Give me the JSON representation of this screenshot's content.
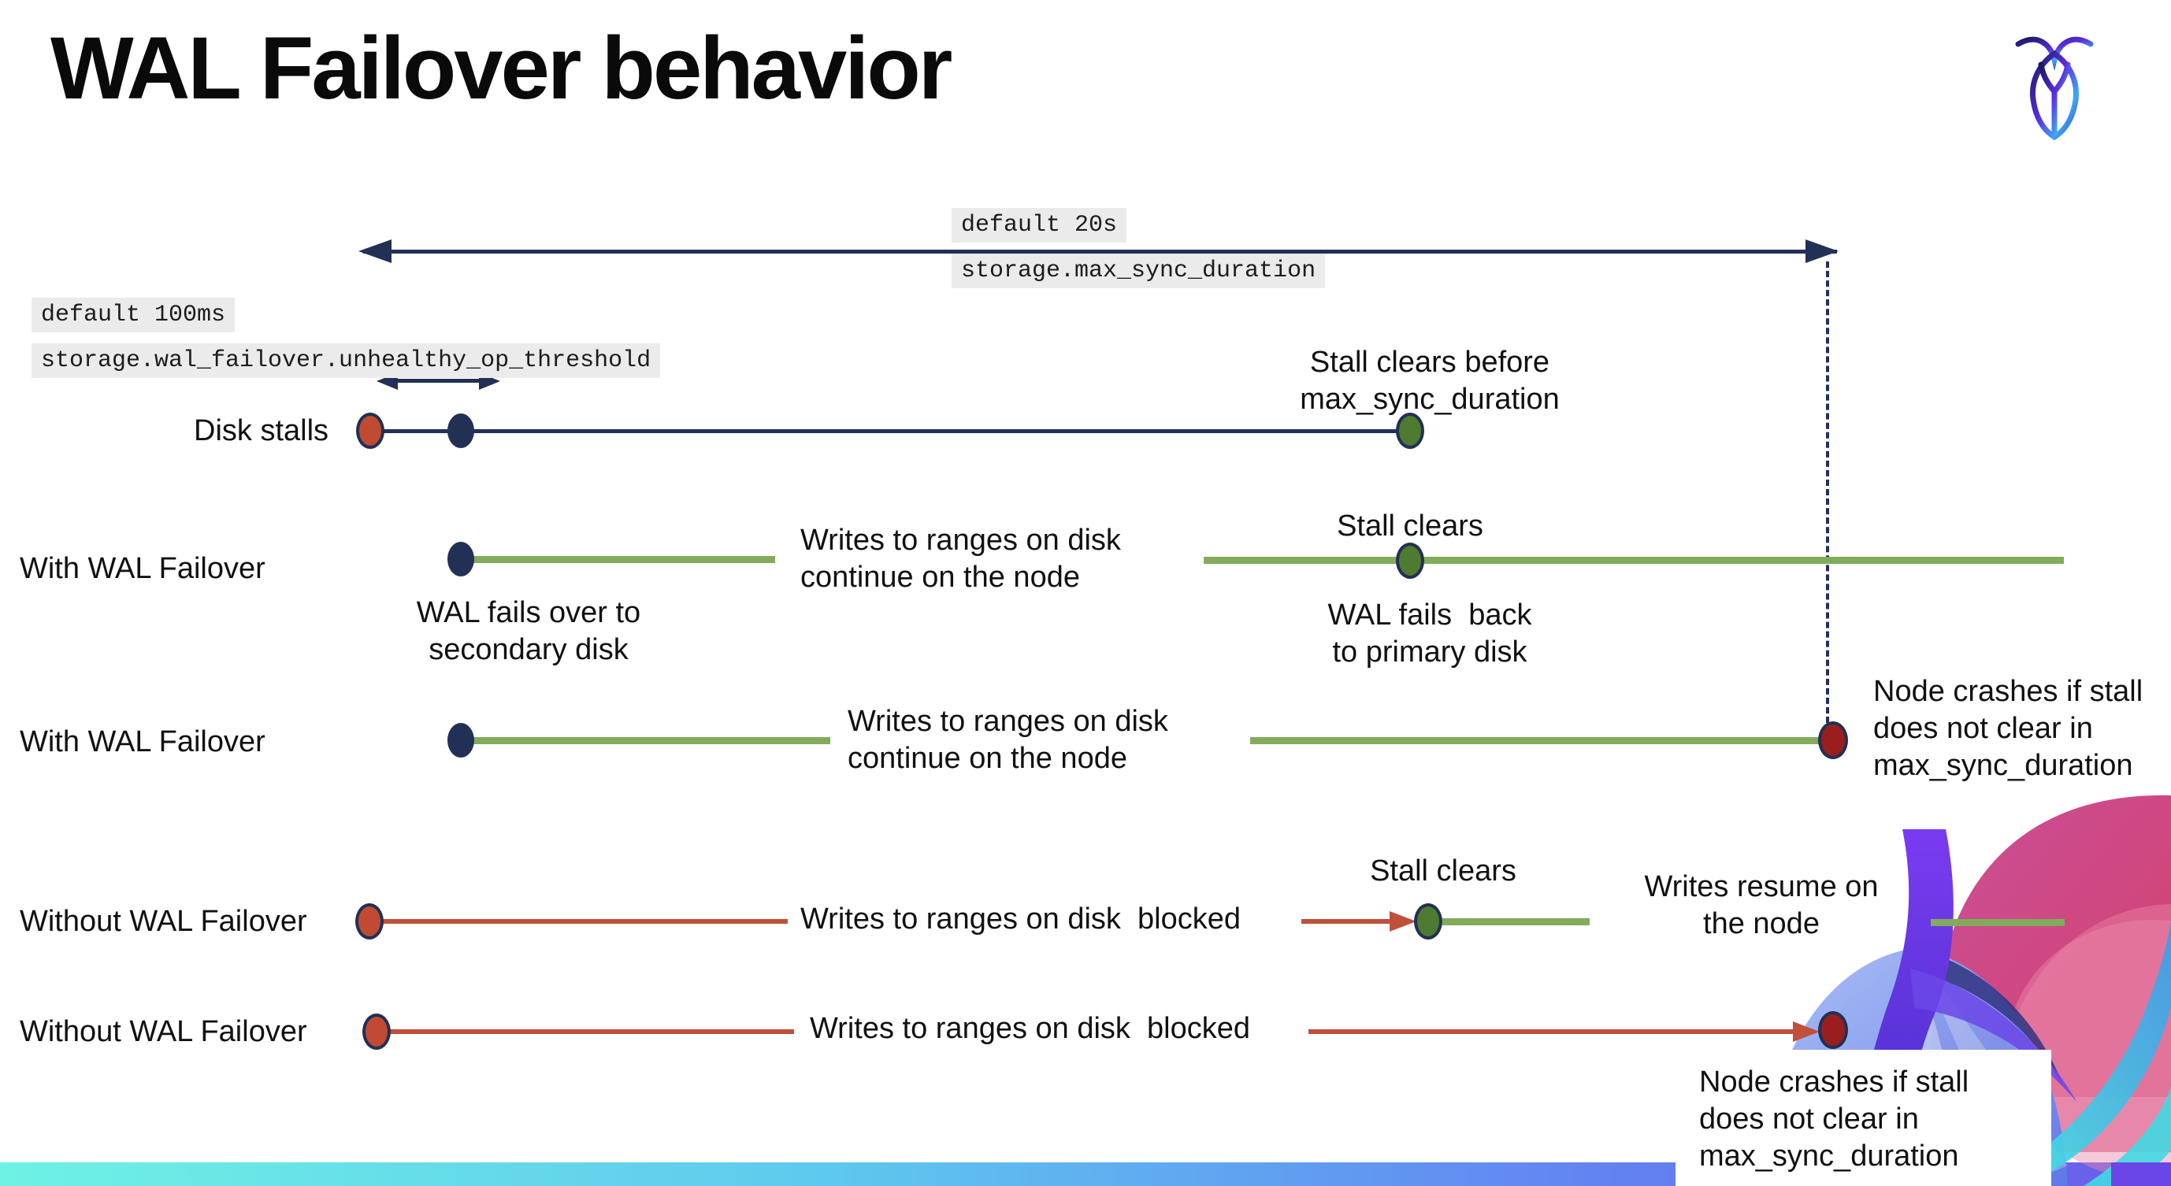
{
  "header": {
    "title": "WAL Failover behavior"
  },
  "logo": {
    "name": "CockroachDB"
  },
  "config_labels": {
    "max_sync_duration": {
      "default_value": "default 20s",
      "setting": "storage.max_sync_duration"
    },
    "unhealthy_op_threshold": {
      "default_value": "default 100ms",
      "setting": "storage.wal_failover.unhealthy_op_threshold"
    }
  },
  "rows": [
    {
      "label": "Disk stalls",
      "ann": {
        "stall_clears_before": "Stall clears before\nmax_sync_duration"
      }
    },
    {
      "label": "With WAL Failover",
      "ann": {
        "writes_continue": "Writes to ranges on disk\ncontinue on the node",
        "stall_clears": "Stall clears",
        "fails_over": "WAL fails over to\nsecondary disk",
        "fails_back": "WAL fails  back\nto primary disk"
      }
    },
    {
      "label": "With WAL Failover",
      "ann": {
        "writes_continue": "Writes to ranges on disk\ncontinue on the node",
        "node_crashes": "Node crashes if stall\ndoes not clear in\nmax_sync_duration"
      }
    },
    {
      "label": "Without WAL Failover",
      "ann": {
        "writes_blocked": "Writes to ranges on disk  blocked",
        "stall_clears": "Stall clears",
        "writes_resume": "Writes resume on\nthe node"
      }
    },
    {
      "label": "Without WAL Failover",
      "ann": {
        "writes_blocked": "Writes to ranges on disk  blocked",
        "node_crashes": "Node crashes if stall\ndoes not clear in\nmax_sync_duration"
      }
    }
  ],
  "colors": {
    "navy": "#223055",
    "green_line": "#82ab5c",
    "green_dot": "#4e7b31",
    "red_line": "#c0503a",
    "red_dot": "#c04b32",
    "crash_dot": "#9b1e1e",
    "label_bg": "#ebebeb"
  }
}
